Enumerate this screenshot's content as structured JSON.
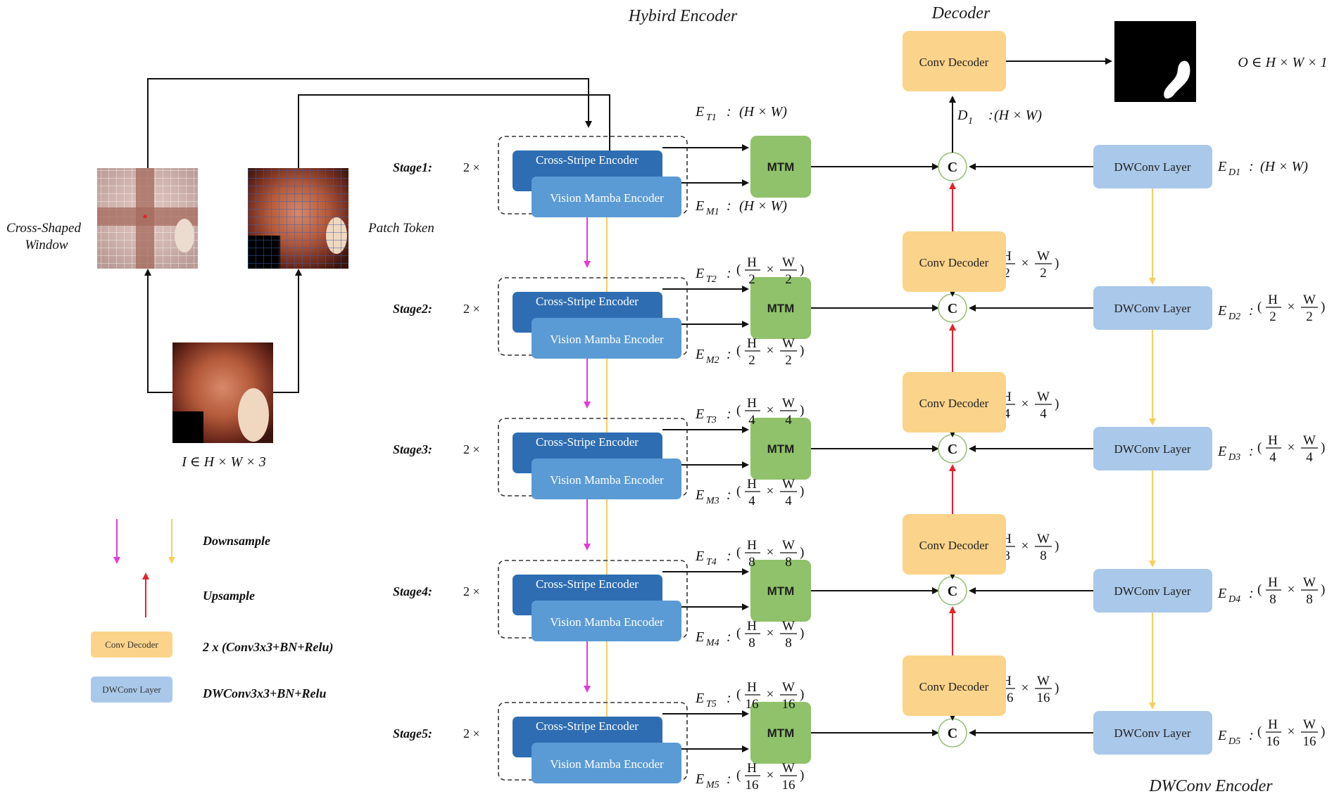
{
  "titles": {
    "hybrid_encoder": "Hybird Encoder",
    "decoder": "Decoder",
    "dwconv_encoder": "DWConv Encoder"
  },
  "input": {
    "label": "I ∈ H × W × 3",
    "cross_window_label_line1": "Cross-Shaped",
    "cross_window_label_line2": "Window",
    "patch_token_label": "Patch Token"
  },
  "output": {
    "label": "O ∈ H × W × 1"
  },
  "block_labels": {
    "cross_stripe": "Cross-Stripe Encoder",
    "vision_mamba": "Vision Mamba Encoder",
    "mtm": "MTM",
    "conv_decoder": "Conv Decoder",
    "dwconv_layer": "DWConv Layer",
    "concat": "C",
    "repeat": "2 ×"
  },
  "stages": [
    {
      "name": "Stage1:",
      "et": "T1",
      "em": "M1",
      "dd": "1",
      "ed": "D1",
      "denom": ""
    },
    {
      "name": "Stage2:",
      "et": "T2",
      "em": "M2",
      "dd": "2",
      "ed": "D2",
      "denom": "2"
    },
    {
      "name": "Stage3:",
      "et": "T3",
      "em": "M3",
      "dd": "3",
      "ed": "D3",
      "denom": "4"
    },
    {
      "name": "Stage4:",
      "et": "T4",
      "em": "M4",
      "dd": "4",
      "ed": "D4",
      "denom": "8"
    },
    {
      "name": "Stage5:",
      "et": "T5",
      "em": "M5",
      "dd": "5",
      "ed": "D5",
      "denom": "16"
    }
  ],
  "math": {
    "E": "E",
    "D": "D",
    "colon": ":",
    "full_res": "(H × W)",
    "H": "H",
    "W": "W",
    "times": "×",
    "lparen": "(",
    "rparen": ")"
  },
  "legend": {
    "downsample": "Downsample",
    "upsample": "Upsample",
    "conv_decoder_box": "Conv Decoder",
    "conv_decoder_desc": "2 x (Conv3x3+BN+Relu)",
    "dwconv_box": "DWConv Layer",
    "dwconv_desc": "DWConv3x3+BN+Relu"
  },
  "colors": {
    "cross_stripe": "#2e6db2",
    "vision_mamba": "#5b9bd5",
    "mtm": "#8fc26a",
    "conv_decoder": "#fbd38a",
    "dwconv_layer": "#a9c8ea",
    "downsample_magenta": "#e23ad8",
    "downsample_yellow": "#f7cf5c",
    "upsample_red": "#e8202a"
  }
}
